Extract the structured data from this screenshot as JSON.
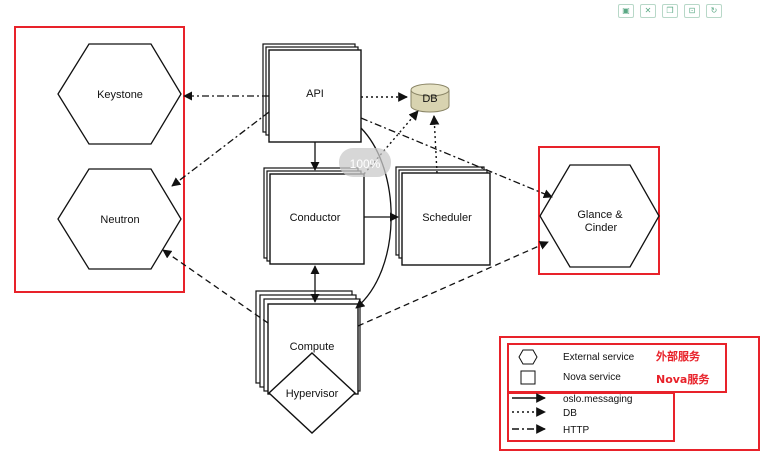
{
  "diagram": {
    "nodes": {
      "keystone": "Keystone",
      "neutron": "Neutron",
      "api": "API",
      "db": "DB",
      "conductor": "Conductor",
      "scheduler": "Scheduler",
      "glance": "Glance &",
      "cinder": "Cinder",
      "compute": "Compute",
      "hypervisor": "Hypervisor"
    },
    "zoom_overlay": "100%"
  },
  "legend": {
    "external_service": "External service",
    "external_service_cn": "外部服务",
    "nova_service": "Nova service",
    "nova_service_cn": "Nova服务",
    "oslo_messaging": "oslo.messaging",
    "db": "DB",
    "http": "HTTP"
  },
  "colors": {
    "highlight": "#e8222a",
    "db": "#d8d3b0",
    "line": "#111111"
  },
  "toolbar_icons": [
    "image-icon",
    "close-icon",
    "copy-icon",
    "chart-icon",
    "refresh-icon"
  ]
}
